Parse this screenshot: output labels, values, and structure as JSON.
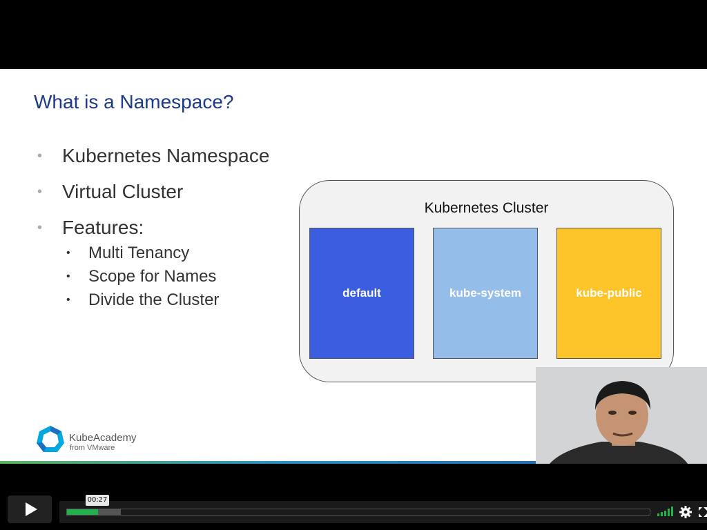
{
  "slide": {
    "title": "What is a Namespace?",
    "bullets": [
      {
        "text": "Kubernetes Namespace"
      },
      {
        "text": "Virtual Cluster"
      },
      {
        "text": "Features:"
      }
    ],
    "sub_bullets": [
      {
        "text": "Multi Tenancy"
      },
      {
        "text": "Scope for Names"
      },
      {
        "text": "Divide the Cluster"
      }
    ],
    "diagram": {
      "cluster_label": "Kubernetes Cluster",
      "namespaces": [
        {
          "label": "default",
          "color": "#3b5ee0"
        },
        {
          "label": "kube-system",
          "color": "#94bde9"
        },
        {
          "label": "kube-public",
          "color": "#fdc429"
        }
      ]
    },
    "logo": {
      "name": "KubeAcademy",
      "subtitle": "from VMware",
      "icon": "kubeacademy-hexagon-icon"
    }
  },
  "player": {
    "time_tooltip": "00:27",
    "progress": {
      "played_fraction": 0.053,
      "buffered_fraction": 0.092
    },
    "icons": {
      "play": "play-icon",
      "volume": "volume-bars-icon",
      "settings": "gear-icon",
      "fullscreen": "fullscreen-icon"
    },
    "accent_color": "#22b14c"
  }
}
